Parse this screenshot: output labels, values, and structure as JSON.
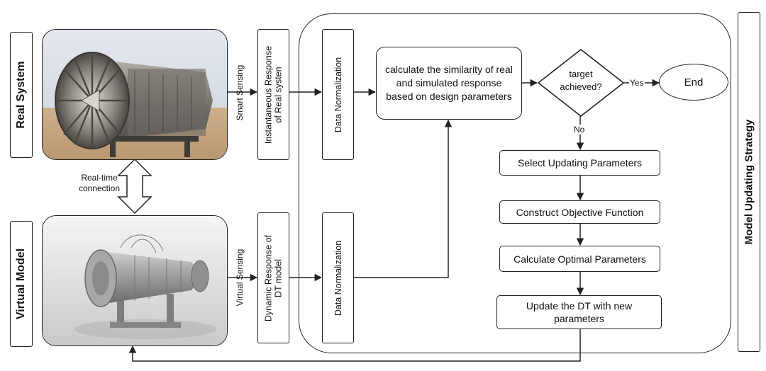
{
  "labels": {
    "real_system": "Real System",
    "virtual_model": "Virtual Model",
    "model_updating_strategy": "Model Updating Strategy",
    "realtime_connection": "Real-time\nconnection",
    "smart_sensing": "Smart Sensing",
    "virtual_sensing": "Virtual Sensing",
    "instantaneous_response": "Instantaneous Response\nof Real systen",
    "dynamic_response": "Dynamic Response of\nDT model",
    "data_norm_top": "Data Normalization",
    "data_norm_bottom": "Data Normalization",
    "similarity": "calculate the similarity of real and simulated response based on design parameters",
    "target": "target\nachieved?",
    "yes": "Yes",
    "no": "No",
    "end": "End",
    "select_params": "Select Updating Parameters",
    "construct_obj": "Construct Objective Function",
    "calc_optimal": "Calculate Optimal Parameters",
    "update_dt": "Update the DT with new parameters"
  },
  "colors": {
    "stroke": "#222222",
    "engine_metal": "#8a8680",
    "sky": "#d9e1ea",
    "ground": "#c6a683",
    "model_grey": "#9a9a9a"
  }
}
